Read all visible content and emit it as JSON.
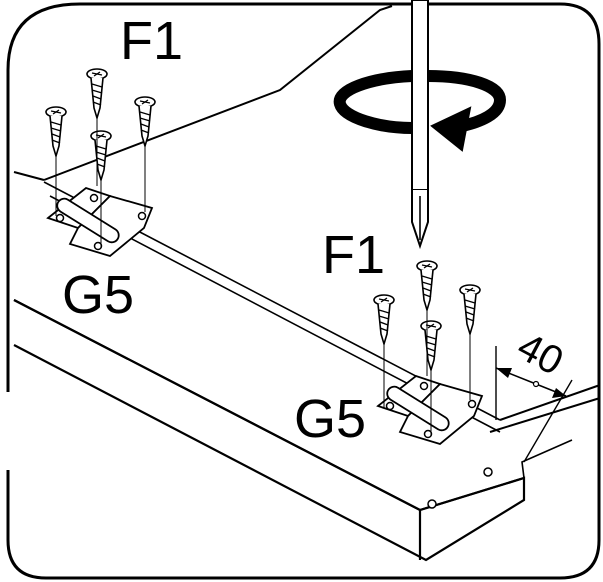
{
  "labels": {
    "screw_top": "F1",
    "hinge_left": "G5",
    "screw_right": "F1",
    "hinge_right": "G5",
    "dimension": "40"
  },
  "icons": {
    "rotation": "rotate-clockwise-arrow-icon",
    "tool": "screwdriver-icon",
    "fastener": "screw-icon",
    "hinge": "hinge-icon"
  },
  "colors": {
    "line": "#000000",
    "background": "#ffffff"
  }
}
